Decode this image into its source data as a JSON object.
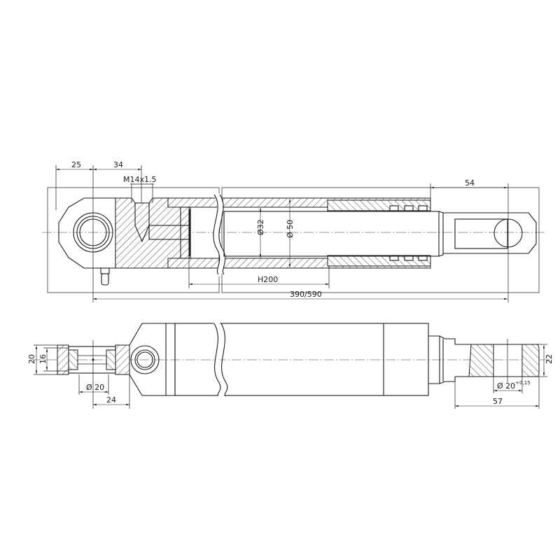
{
  "drawing": {
    "top_view": {
      "dim_eye_offset": "25",
      "dim_port_offset": "34",
      "port_thread": "M14x1.5",
      "dim_rod_diameter": "Ø32",
      "dim_bore_diameter": "Ø 50",
      "dim_stroke": "H200",
      "dim_length": "390/590",
      "dim_rod_end": "54"
    },
    "bottom_view": {
      "dim_bearing_width": "20",
      "dim_bearing_inner_width": "16",
      "dim_bearing_bore": "Ø 20",
      "dim_eye_offset": "24",
      "dim_rod_end_thickness": "22",
      "dim_rod_end_bore": "Ø 20",
      "dim_rod_end_bore_tolerance": "+0,15",
      "dim_rod_end_length": "57"
    }
  }
}
